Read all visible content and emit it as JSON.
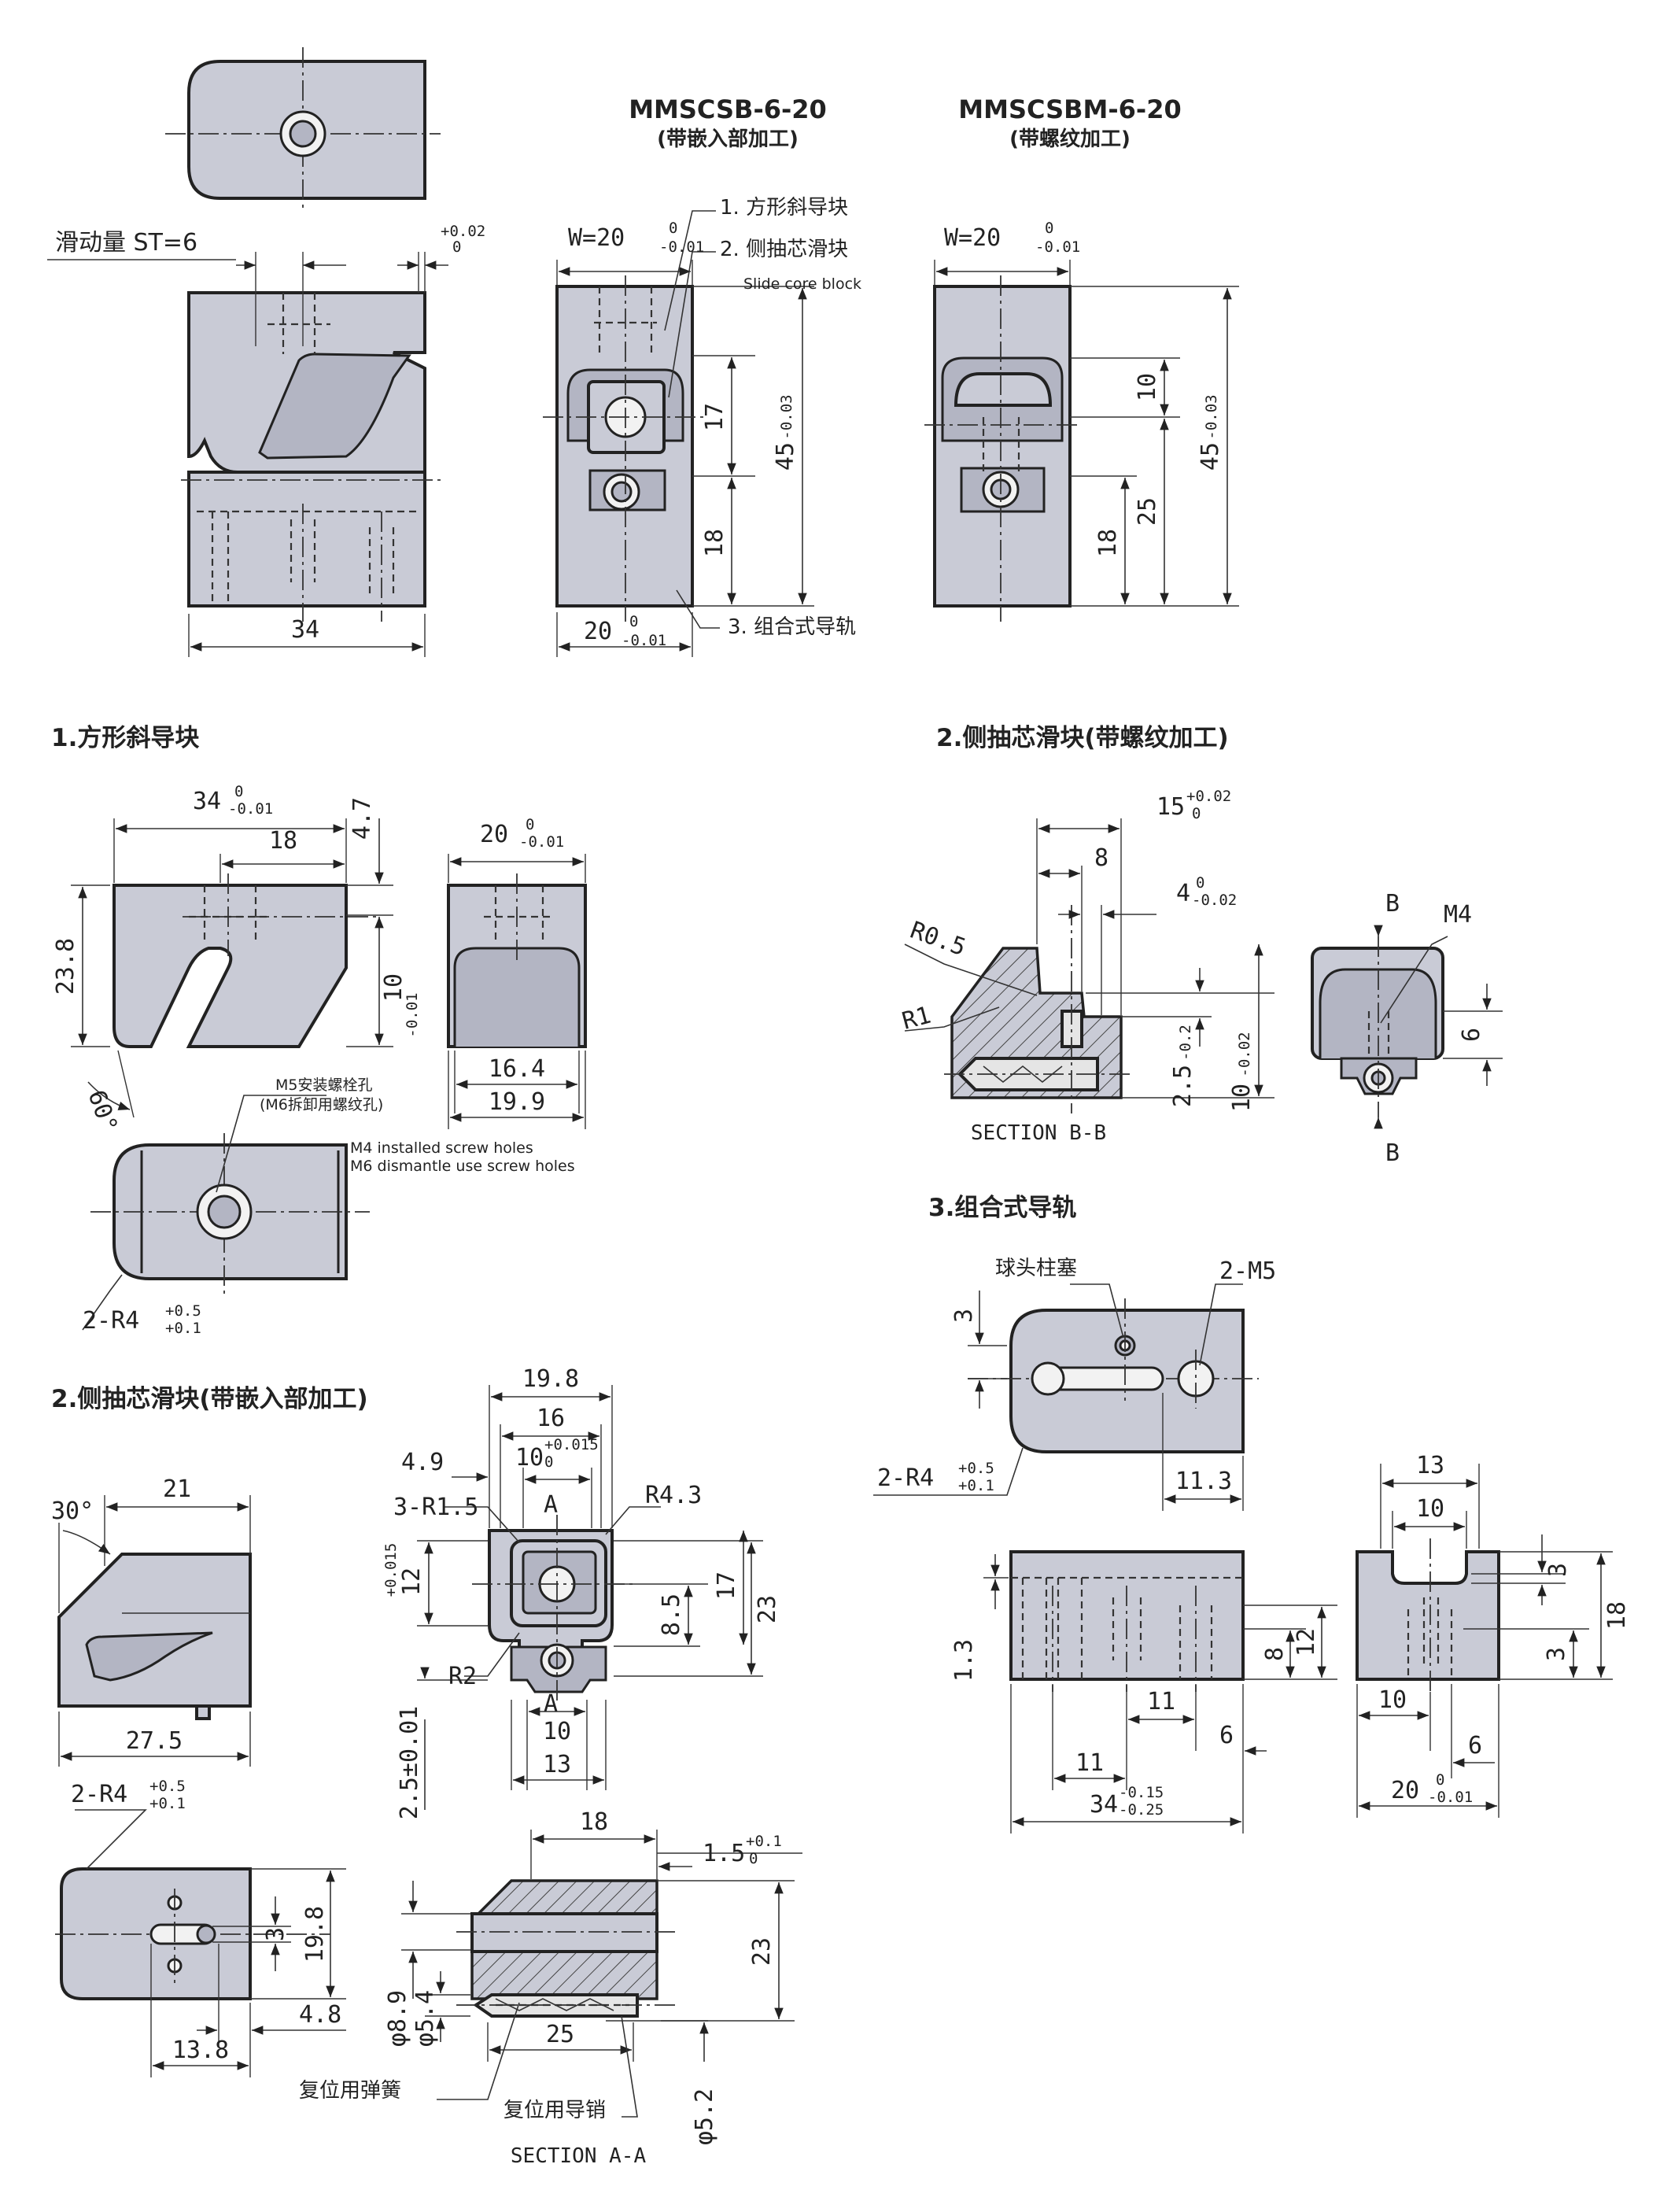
{
  "top": {
    "title_b": "MMSCSB-6-20",
    "sub_b": "(带嵌入部加工)",
    "title_bm": "MMSCSBM-6-20",
    "sub_bm": "(带螺纹加工)",
    "stroke": "滑动量 ST=6",
    "tol_p002": "+0.02",
    "tol_0": "0",
    "dim_34": "34",
    "w20": "W=20",
    "tol_m001": "-0.01",
    "call1": "1. 方形斜导块",
    "call2": "2. 侧抽芯滑块",
    "call2_en": "Slide core block",
    "call3": "3. 组合式导轨",
    "dim_17": "17",
    "dim_18": "18",
    "dim_45": "45",
    "tol_m003": "-0.03",
    "dim_20": "20",
    "dim_10": "10",
    "dim_25": "25"
  },
  "s1": {
    "heading": "1.方形斜导块",
    "d34": "34",
    "d18": "18",
    "d4_7": "4.7",
    "d23_8": "23.8",
    "d10": "10",
    "d20": "20",
    "d16_4": "16.4",
    "d19_9": "19.9",
    "d60": "60°",
    "m5cn": "M5安装螺栓孔",
    "m6cn": "(M6拆卸用螺纹孔)",
    "m4en": "M4 installed screw holes",
    "m6en": "M6  dismantle use screw holes",
    "r4": "2-R4",
    "tol_p05": "+0.5",
    "tol_p01": "+0.1"
  },
  "s2": {
    "heading": "2.侧抽芯滑块(带嵌入部加工)",
    "d30": "30°",
    "d21": "21",
    "d27_5": "27.5",
    "d19_8": "19.8",
    "d16": "16",
    "d10": "10",
    "tol_p0015": "+0.015",
    "d4_9": "4.9",
    "r1_5": "3-R1.5",
    "r4_3": "R4.3",
    "secA": "A",
    "d12": "12",
    "d8_5": "8.5",
    "d17": "17",
    "d23": "23",
    "r2": "R2",
    "d2_5": "2.5±0.01",
    "d10b": "10",
    "d13": "13",
    "r4b": "2-R4",
    "d3": "3",
    "d19_8b": "19.8",
    "d4_8": "4.8",
    "d13_8": "13.8",
    "d18": "18",
    "d1_5": "1.5",
    "tol_p01": "+0.1",
    "d8_9": "φ8.9",
    "d5_4": "φ5.4",
    "d25": "25",
    "d23b": "23",
    "d5_2": "φ5.2",
    "spring": "复位用弹簧",
    "pin": "复位用导销",
    "sectionAA": "SECTION A-A"
  },
  "s2r": {
    "heading": "2.侧抽芯滑块(带螺纹加工)",
    "d15": "15",
    "tol_p002": "+0.02",
    "d8": "8",
    "d4": "4",
    "tol_m002": "-0.02",
    "r05": "R0.5",
    "r1": "R1",
    "d2_5": "2.5",
    "tol_m02": "-0.2",
    "d10": "10",
    "sectionBB": "SECTION B-B",
    "secB": "B",
    "m4": "M4",
    "d6": "6"
  },
  "s3": {
    "heading": "3.组合式导轨",
    "plunger": "球头柱塞",
    "m5": "2-M5",
    "d3": "3",
    "r4": "2-R4",
    "d11_3": "11.3",
    "d13": "13",
    "d10": "10",
    "d1_3": "1.3",
    "d8": "8",
    "d12": "12",
    "d11": "11",
    "d6": "6",
    "d34": "34",
    "tol_m015": "-0.15",
    "tol_m025": "-0.25",
    "d18": "18",
    "d20": "20",
    "tol_m001": "-0.01"
  }
}
